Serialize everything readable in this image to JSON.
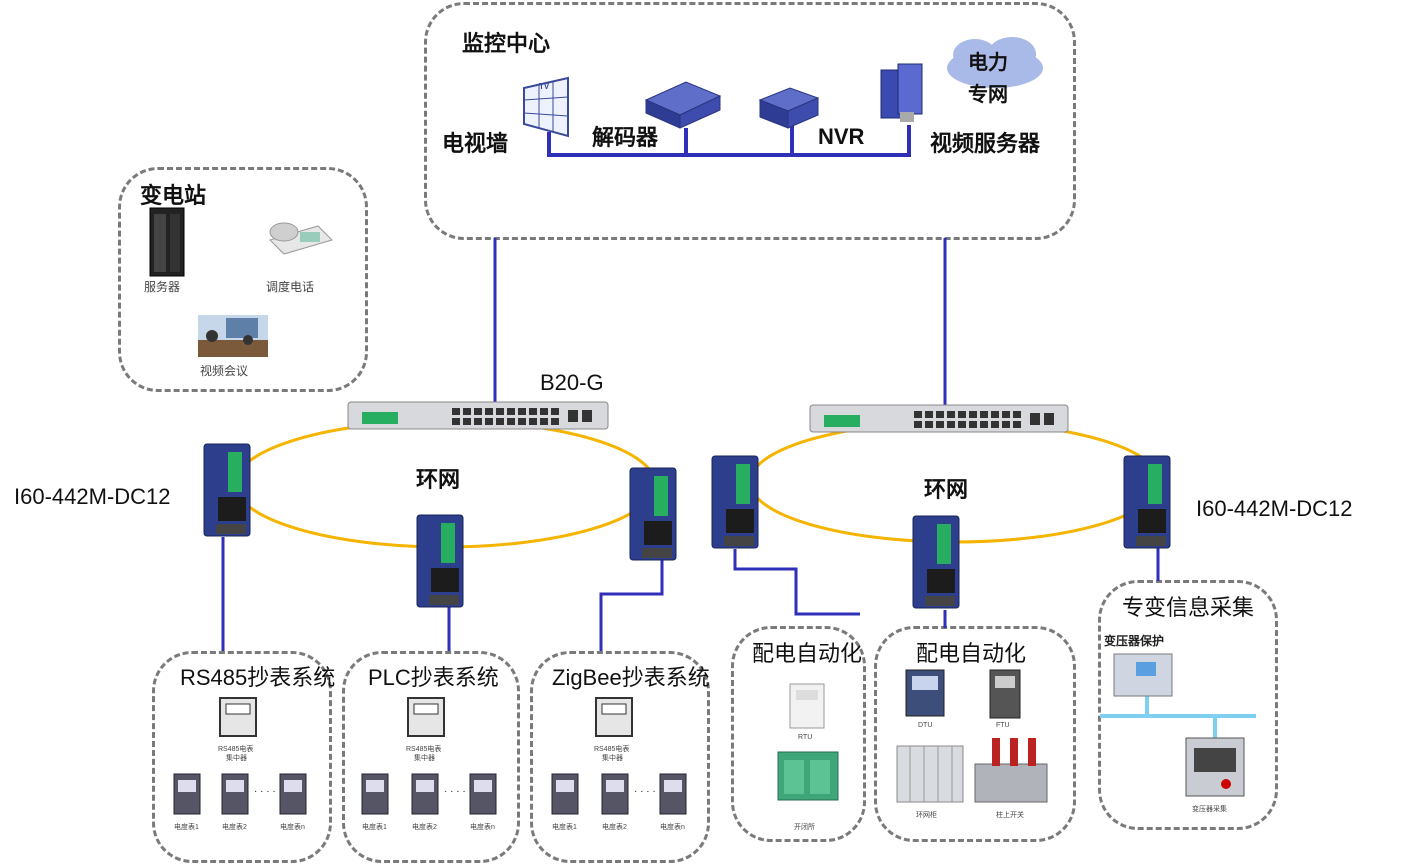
{
  "monitor_center": {
    "title": "监控中心",
    "tv_wall": "电视墙",
    "decoder": "解码器",
    "nvr": "NVR",
    "video_server": "视频服务器",
    "power_net_line1": "电力",
    "power_net_line2": "专网",
    "tv_badge": "TV"
  },
  "substation": {
    "title": "变电站",
    "server": "服务器",
    "dispatch_phone": "调度电话",
    "video_conf": "视频会议"
  },
  "network": {
    "core_switch": "B20-G",
    "ring_left": "环网",
    "ring_right": "环网",
    "switch_left": "I60-442M-DC12",
    "switch_right": "I60-442M-DC12"
  },
  "rs485": {
    "title": "RS485抄表系统",
    "concentrator_line1": "RS485电表",
    "concentrator_line2": "集中器",
    "meter1": "电度表1",
    "meter2": "电度表2",
    "metern": "电度表n",
    "dots": "· · · ·"
  },
  "plc": {
    "title": "PLC抄表系统",
    "concentrator_line1": "RS485电表",
    "concentrator_line2": "集中器",
    "meter1": "电度表1",
    "meter2": "电度表2",
    "metern": "电度表n",
    "dots": "· · · ·"
  },
  "zigbee": {
    "title": "ZigBee抄表系统",
    "concentrator_line1": "RS485电表",
    "concentrator_line2": "集中器",
    "meter1": "电度表1",
    "meter2": "电度表2",
    "metern": "电度表n",
    "dots": "· · · ·"
  },
  "dist_auto_1": {
    "title": "配电自动化",
    "rtu": "RTU",
    "switch_station": "开闭所"
  },
  "dist_auto_2": {
    "title": "配电自动化",
    "dtu": "DTU",
    "ftu": "FTU",
    "ring_cabinet": "环网柜",
    "pole_switch": "柱上开关"
  },
  "transformer_info": {
    "title": "专变信息采集",
    "protection": "变压器保护",
    "collector": "变压器采集"
  },
  "colors": {
    "link": "#2f2fb8",
    "ring": "#f4b400",
    "border": "#7a7a7a",
    "device_blue": "#2c3e8c",
    "terminal_green": "#27ae60"
  }
}
